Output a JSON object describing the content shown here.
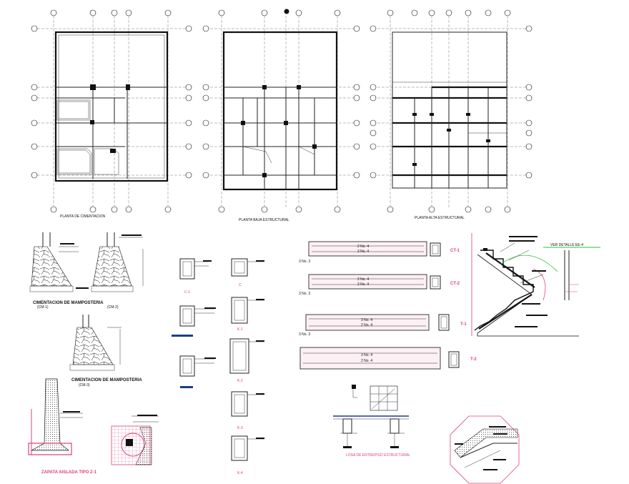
{
  "sheet": {
    "plans": [
      {
        "title": "PLANTA DE CIMENTACION"
      },
      {
        "title": "PLANTA BAJA ESTRUCTURAL"
      },
      {
        "title": "PLANTA ALTA ESTRUCTURAL"
      }
    ],
    "foundations": {
      "title_1": "CIMENTACION DE MAMPOSTERIA",
      "tag_1a": "(CM-1)",
      "tag_1b": "(CM-2)",
      "title_2": "CIMENTACION DE MAMPOSTERIA",
      "tag_2": "(CM-3)",
      "zapata": "ZAPATA AISLADA TIPO Z-1"
    },
    "columns": {
      "c1": "C-1",
      "c2": "C",
      "k1": "K-1",
      "k2": "K-2",
      "k3": "K-3",
      "k4": "K-4"
    },
    "beams": {
      "ct1": "CT-1",
      "ct2": "CT-2",
      "t1": "T-1",
      "t2": "T-2",
      "rebar_a": "2 No. 4",
      "rebar_b": "3 No. 4",
      "left_tag": "3 No. 3"
    },
    "stair": {
      "detail_tag": "VER DETALLE EE-4"
    },
    "slab": {
      "title": "LOSA DE ENTREPISO ESTRUCTURAL"
    }
  }
}
